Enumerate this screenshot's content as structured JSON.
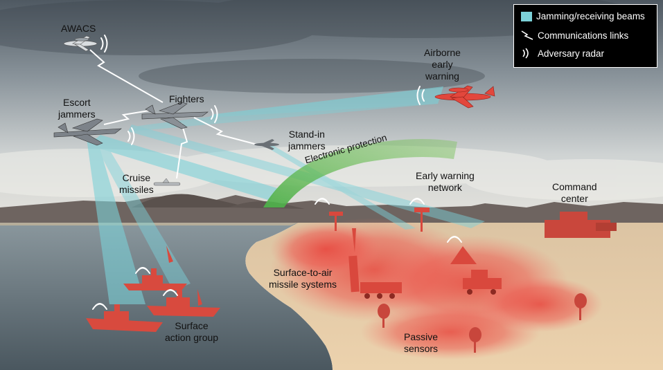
{
  "legend": {
    "items": [
      {
        "label": "Jamming/receiving beams",
        "icon": "beam-swatch-icon",
        "color": "#7cd1d8"
      },
      {
        "label": "Communications links",
        "icon": "lightning-link-icon"
      },
      {
        "label": "Adversary radar",
        "icon": "radar-waves-icon"
      }
    ]
  },
  "labels": {
    "awacs": "AWACS",
    "fighters": "Fighters",
    "escort_jammers": "Escort\njammers",
    "airborne_early_warning": "Airborne\nearly\nwarning",
    "stand_in_jammers": "Stand-in\njammers",
    "electronic_protection": "Electronic protection",
    "cruise_missiles": "Cruise\nmissiles",
    "early_warning_network": "Early warning\nnetwork",
    "command_center": "Command\ncenter",
    "surface_to_air": "Surface-to-air\nmissile systems",
    "surface_action_group": "Surface\naction group",
    "passive_sensors": "Passive\nsensors"
  },
  "colors": {
    "beam": "#7cd1d8",
    "threat": "#e8423a",
    "protection": "#4db04a",
    "sky_top": "#56606a",
    "sand": "#e6caa4",
    "water": "#55636c"
  }
}
